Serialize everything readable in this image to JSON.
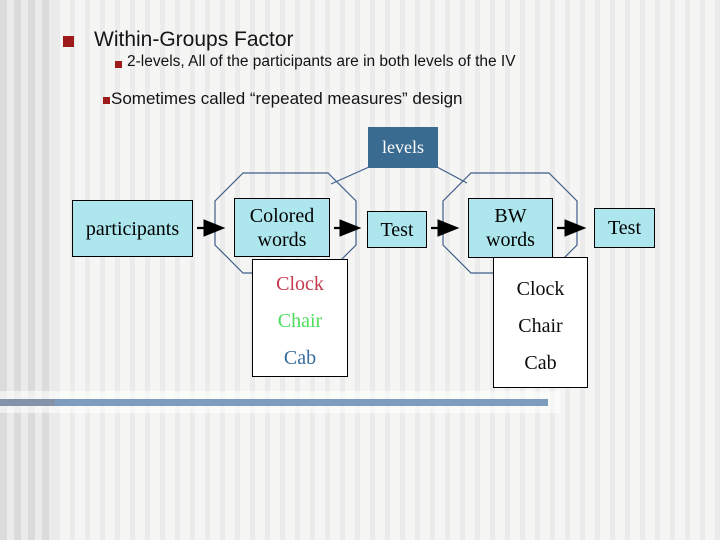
{
  "slide": {
    "title": "Within-Groups Factor",
    "bullets": {
      "level1": "2-levels, All of the participants are in both levels of the IV",
      "level2": "Sometimes called “repeated measures” design"
    }
  },
  "diagram": {
    "levels_label": "levels",
    "participants_label": "participants",
    "flow1": {
      "stimulus": "Colored words",
      "test": "Test",
      "words": [
        {
          "text": "Clock",
          "color": "#c23b50"
        },
        {
          "text": "Chair",
          "color": "#4cdf5c"
        },
        {
          "text": "Cab",
          "color": "#3a6b9c"
        }
      ]
    },
    "flow2": {
      "stimulus": "BW words",
      "test": "Test",
      "words": [
        {
          "text": "Clock",
          "color": "#0d0d0d"
        },
        {
          "text": "Chair",
          "color": "#0d0d0d"
        },
        {
          "text": "Cab",
          "color": "#0d0d0d"
        }
      ]
    }
  },
  "colors": {
    "bullet_red": "#9e1b1b",
    "node_fill": "#aee6ee",
    "levels_fill": "#3a6b91",
    "octagon_outline": "#3f5e88",
    "accent_bar": "#7e9cbe"
  }
}
